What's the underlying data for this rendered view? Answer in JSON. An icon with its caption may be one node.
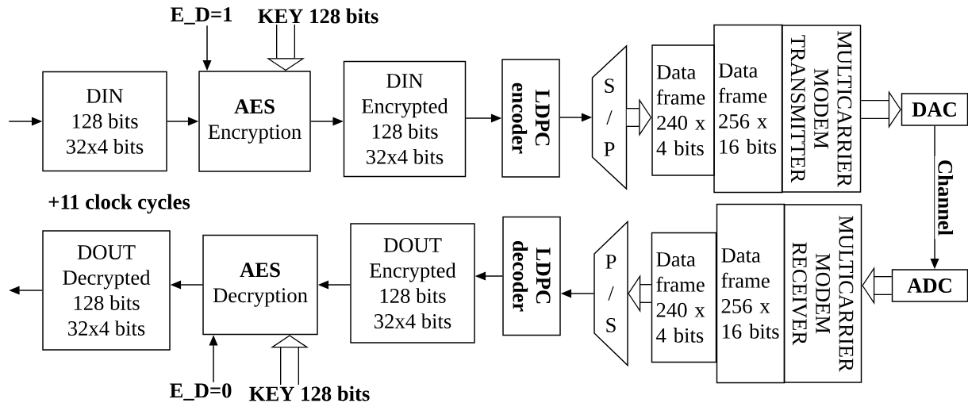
{
  "diagram": {
    "nodes": [
      {
        "text": [
          "DIN",
          "128 bits",
          "32x4 bits"
        ]
      },
      {
        "text": [
          "AES",
          "Encryption"
        ]
      },
      {
        "text": [
          "DIN",
          "Encrypted",
          "128 bits",
          "32x4 bits"
        ]
      },
      {
        "text": [
          "LDPC",
          "encoder"
        ]
      },
      {
        "text": [
          "S / P"
        ]
      },
      {
        "text": [
          "Data frame 240 x 4 bits"
        ]
      },
      {
        "text": [
          "Data frame 256 x 16 bits"
        ]
      },
      {
        "text": [
          "MULTICARRIER MODEM TRANSMITTER"
        ]
      },
      {
        "text": [
          "DAC"
        ]
      },
      {
        "text": [
          "ADC"
        ]
      },
      {
        "text": [
          "MULTICARRIER MODEM RECEIVER"
        ]
      },
      {
        "text": [
          "Data frame 256 x 16 bits"
        ]
      },
      {
        "text": [
          "Data frame 240 x 4 bits"
        ]
      },
      {
        "text": [
          "P / S"
        ]
      },
      {
        "text": [
          "LDPC",
          "decoder"
        ]
      },
      {
        "text": [
          "DOUT",
          "Encrypted",
          "128 bits",
          "32x4 bits"
        ]
      },
      {
        "text": [
          "AES",
          "Decryption"
        ]
      },
      {
        "text": [
          "DOUT",
          "Decrypted",
          "128 bits",
          "32x4 bits"
        ]
      },
      {
        "text": [
          "E_D=1"
        ]
      },
      {
        "text": [
          "KEY 128 bits"
        ]
      },
      {
        "text": [
          "E_D=0"
        ]
      },
      {
        "text": [
          "KEY 128 bits"
        ]
      }
    ],
    "edges": [
      {
        "from": null,
        "to": 0,
        "arrow": "to"
      },
      {
        "from": 0,
        "to": 1,
        "arrow": "to"
      },
      {
        "from": 1,
        "to": 2,
        "arrow": "to"
      },
      {
        "from": 2,
        "to": 3,
        "arrow": "to"
      },
      {
        "from": 3,
        "to": 4,
        "arrow": "to"
      },
      {
        "from": 4,
        "to": 5,
        "arrow": "to",
        "style": "thick"
      },
      {
        "from": 7,
        "to": 8,
        "arrow": "to",
        "style": "thick"
      },
      {
        "from": 8,
        "to": 9,
        "arrow": "to",
        "label": "Channel"
      },
      {
        "from": 9,
        "to": 10,
        "arrow": "to",
        "style": "thick"
      },
      {
        "from": 12,
        "to": 13,
        "arrow": "to",
        "style": "thick"
      },
      {
        "from": 13,
        "to": 14,
        "arrow": "to"
      },
      {
        "from": 14,
        "to": 15,
        "arrow": "to"
      },
      {
        "from": 15,
        "to": 16,
        "arrow": "to"
      },
      {
        "from": 16,
        "to": 17,
        "arrow": "to"
      },
      {
        "from": 17,
        "to": null,
        "arrow": "to"
      },
      {
        "from": 18,
        "to": 1,
        "arrow": "to"
      },
      {
        "from": 19,
        "to": 1,
        "arrow": "to",
        "style": "thick"
      },
      {
        "from": 20,
        "to": 16,
        "arrow": "to"
      },
      {
        "from": 21,
        "to": 16,
        "arrow": "to",
        "style": "thick"
      }
    ],
    "labels": [
      "+11 clock cycles"
    ]
  }
}
